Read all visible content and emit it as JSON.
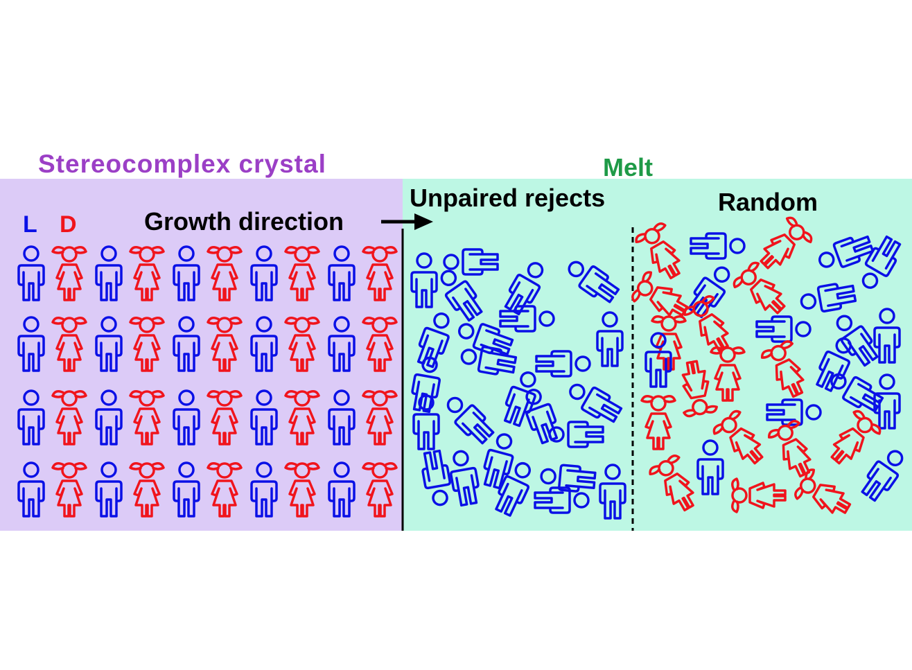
{
  "title_crystal": "Stereocomplex crystal",
  "title_melt": "Melt",
  "label_unpaired": "Unpaired rejects",
  "label_random": "Random",
  "label_growth": "Growth direction",
  "legend": {
    "L": "L",
    "D": "D"
  },
  "colors": {
    "crystal_region": "#dccbf7",
    "melt_region": "#bdf7e4",
    "crystal_title": "#9b3fc6",
    "melt_title": "#1e9a47",
    "text": "#000000",
    "L_figure": "#0a10e6",
    "D_figure": "#f0141c"
  },
  "icons": {
    "L_figure": "boy-figure-icon",
    "D_figure": "girl-figure-icon",
    "arrow": "right-arrow-icon"
  }
}
